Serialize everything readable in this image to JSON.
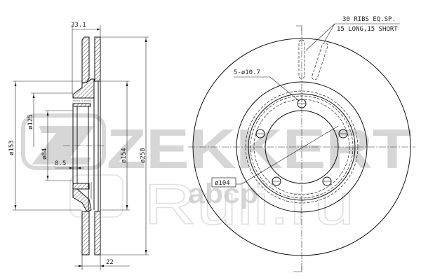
{
  "drawing": {
    "title": "Brake disc technical drawing",
    "section_view": {
      "dimensions": {
        "overall_thickness": "33.1",
        "disc_thickness": "22",
        "hub_offset": "8.5",
        "dia_outer": "ø258",
        "dia_friction_inner": "ø154",
        "dia_hat": "ø153",
        "dia_bolt_circle": "ø125",
        "dia_center_bore": "ø84"
      }
    },
    "front_view": {
      "ribs_note_line1": "30 RIBS EQ.SP.",
      "ribs_note_line2": "15 LONG,15 SHORT",
      "bolt_holes_label": "5-ø10.7",
      "pcd_label": "ø104",
      "bolt_hole_count": 5
    }
  },
  "watermarks": {
    "brand": "ZEKKERT",
    "site": "Ruli.ru",
    "secondary": "abcp"
  },
  "colors": {
    "line": "#111111",
    "watermark": "#d6d6d6",
    "background": "#ffffff"
  }
}
